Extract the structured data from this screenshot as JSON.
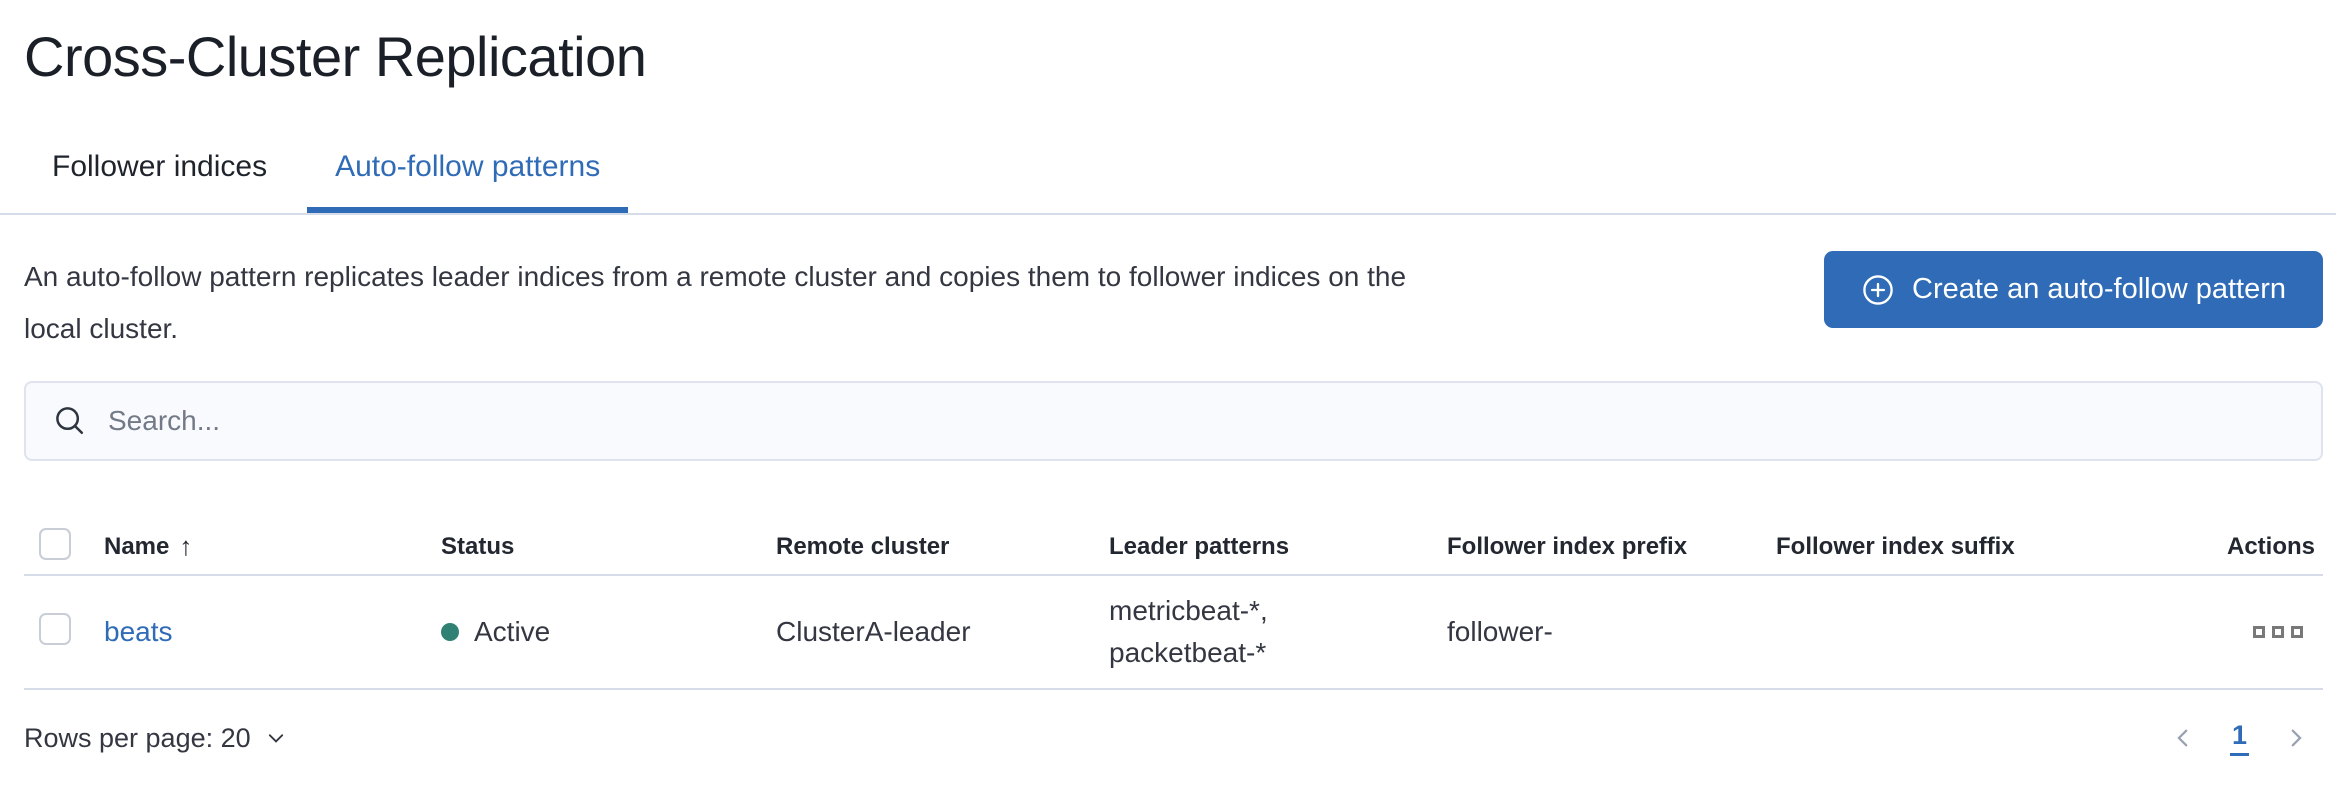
{
  "page": {
    "title": "Cross-Cluster Replication"
  },
  "tabs": [
    {
      "label": "Follower indices",
      "active": false
    },
    {
      "label": "Auto-follow patterns",
      "active": true
    }
  ],
  "intro": {
    "description_lines": [
      "An auto-follow pattern replicates leader indices from a remote cluster and copies them to follower indices on the",
      "local cluster."
    ],
    "create_button_label": "Create an auto-follow pattern"
  },
  "search": {
    "placeholder": "Search..."
  },
  "table": {
    "columns": [
      "Name",
      "Status",
      "Remote cluster",
      "Leader patterns",
      "Follower index prefix",
      "Follower index suffix",
      "Actions"
    ],
    "sort": {
      "column": "Name",
      "direction": "ascending"
    },
    "rows": [
      {
        "name": "beats",
        "status": "Active",
        "remote_cluster": "ClusterA-leader",
        "leader_patterns": "metricbeat-*, packetbeat-*",
        "follower_index_prefix": "follower-",
        "follower_index_suffix": ""
      }
    ]
  },
  "footer": {
    "rows_per_page_label": "Rows per page: 20",
    "pagination": {
      "current_page": "1"
    }
  },
  "icons": {
    "sort_ascending": "↑"
  },
  "colors": {
    "primary": "#2f6bb6",
    "success": "#2f8273",
    "divider": "#d6dce8",
    "text": "#343741",
    "title": "#1b1f27",
    "subdued": "#737a87"
  }
}
